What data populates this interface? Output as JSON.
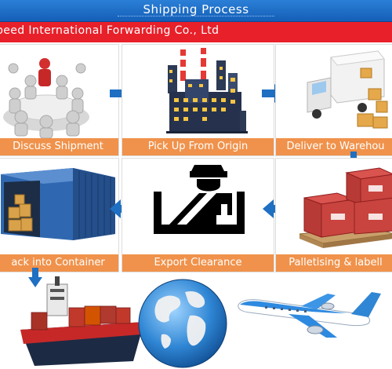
{
  "header": {
    "title": "Shipping Process"
  },
  "company": {
    "name": "gspeed International Forwarding Co., Ltd"
  },
  "steps": [
    {
      "label": "Discuss Shipment",
      "icon": "meeting-people-icon"
    },
    {
      "label": "Pick Up From Origin",
      "icon": "factory-icon"
    },
    {
      "label": "Deliver to Warehou",
      "icon": "delivery-truck-icon"
    },
    {
      "label": "ack  into Container",
      "icon": "shipping-container-icon"
    },
    {
      "label": "Export Clearance",
      "icon": "customs-officer-icon"
    },
    {
      "label": "Palletising & labell",
      "icon": "pallet-boxes-icon"
    }
  ],
  "transport": [
    {
      "icon": "cargo-ship-icon"
    },
    {
      "icon": "globe-icon"
    },
    {
      "icon": "airplane-icon"
    }
  ],
  "colors": {
    "header_blue": "#1a6cc8",
    "company_red": "#e8202a",
    "label_orange": "#f0924b",
    "arrow_blue": "#1f6fc2"
  }
}
